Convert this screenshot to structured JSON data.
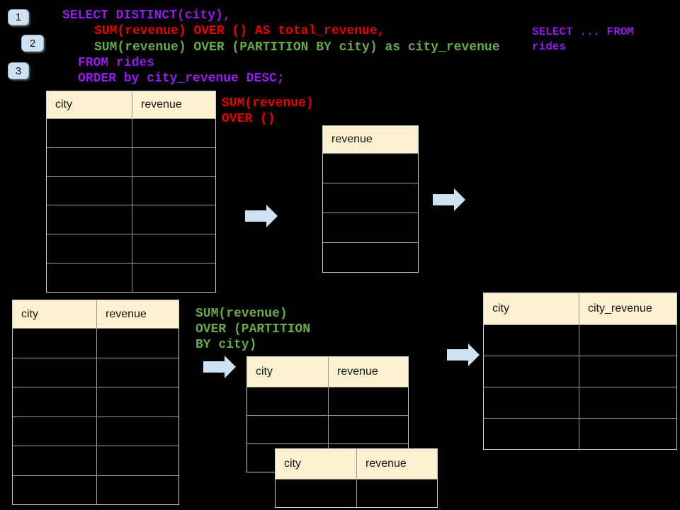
{
  "colors": {
    "canvas_bg": "#000000",
    "sql_purple": "#911fe6",
    "sql_red": "#e60000",
    "sql_green": "#6aa84f",
    "header_bg": "#fdf2cf",
    "border_outer": "#cccccc",
    "border_inner": "#999999",
    "arrow_fill": "#cfe2f3",
    "badge_bg": "#cfe2f3",
    "badge_border": "#93b9dc"
  },
  "step_badges": [
    "1",
    "2",
    "3"
  ],
  "sql": {
    "lines": [
      {
        "text": "SELECT DISTINCT(city),",
        "color": "purple"
      },
      {
        "text": "SUM(revenue) OVER () AS total_revenue,",
        "color": "red"
      },
      {
        "text": "SUM(revenue) OVER (PARTITION BY city) as city_revenue",
        "color": "green"
      },
      {
        "text": "FROM rides",
        "color": "purple"
      },
      {
        "text": "ORDER by city_revenue DESC;",
        "color": "purple"
      }
    ]
  },
  "side_note": {
    "line1": "SELECT ... FROM",
    "line2": "rides"
  },
  "labels": {
    "window_total": {
      "line1": "SUM(revenue)",
      "line2": "OVER ()"
    },
    "window_partition": {
      "line1": "SUM(revenue)",
      "line2": "OVER (PARTITION",
      "line3": "BY city)"
    }
  },
  "tables": {
    "rides_top": {
      "headers": [
        "city",
        "revenue"
      ],
      "empty_rows": 6
    },
    "total_revenue_result": {
      "headers": [
        "revenue"
      ],
      "empty_rows": 4
    },
    "rides_bottom": {
      "headers": [
        "city",
        "revenue"
      ],
      "empty_rows": 6
    },
    "partition_result_front": {
      "headers": [
        "city",
        "revenue"
      ],
      "empty_rows": 3
    },
    "partition_result_back": {
      "headers": [
        "city",
        "revenue"
      ],
      "empty_rows": 1
    },
    "city_revenue_result": {
      "headers": [
        "city",
        "city_revenue"
      ],
      "empty_rows": 4
    }
  }
}
